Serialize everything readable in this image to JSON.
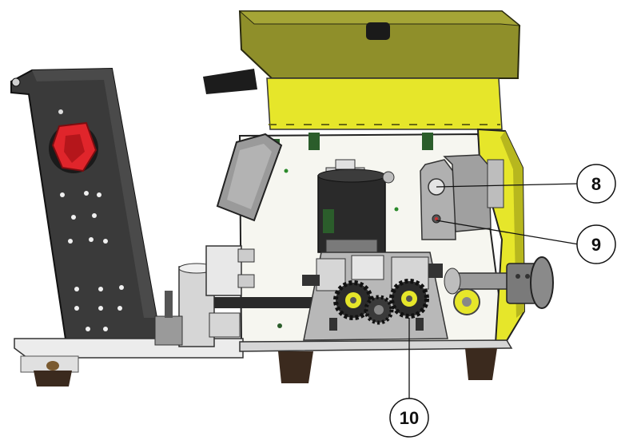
{
  "callouts": [
    {
      "label": "8"
    },
    {
      "label": "9"
    },
    {
      "label": "10"
    }
  ],
  "colors": {
    "yellow": "#E6E62A",
    "yellow_dark": "#B7B71E",
    "olive": "#8F8F2A",
    "olive_dark": "#5E5E18",
    "charcoal": "#3A3A3A",
    "grey": "#A8A8A8",
    "light_grey": "#D6D6D6",
    "red": "#E0252B",
    "brown": "#3B2A1E"
  }
}
